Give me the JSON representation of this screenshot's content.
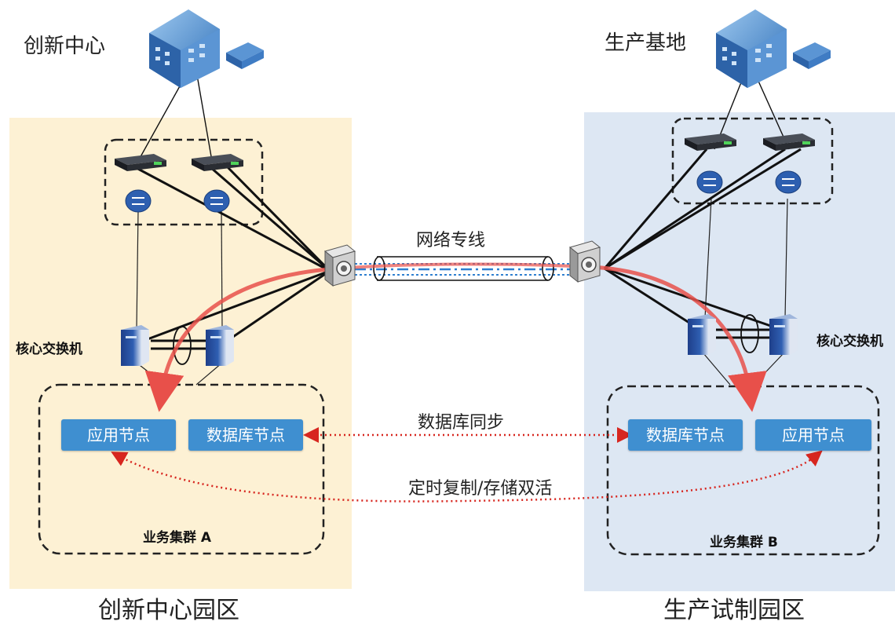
{
  "sites": {
    "left_top": "创新中心",
    "right_top": "生产基地"
  },
  "zones": {
    "left": "创新中心园区",
    "right": "生产试制园区"
  },
  "network": {
    "link_label": "网络专线",
    "sync_label": "数据库同步",
    "replication_label": "定时复制/存储双活"
  },
  "devices": {
    "core_switch_left": "核心交换机",
    "core_switch_right": "核心交换机"
  },
  "clusters": {
    "left": {
      "name": "业务集群 A",
      "nodes": [
        "应用节点",
        "数据库节点"
      ]
    },
    "right": {
      "name": "业务集群 B",
      "nodes": [
        "数据库节点",
        "应用节点"
      ]
    }
  },
  "colors": {
    "left_zone_bg": "#fdf1d4",
    "right_zone_bg": "#dde7f3",
    "node_fill": "#3f8fd0",
    "flow_arrow": "#e8504a",
    "sync_arrow": "#d7261f",
    "link_blue": "#2f7fd0"
  }
}
